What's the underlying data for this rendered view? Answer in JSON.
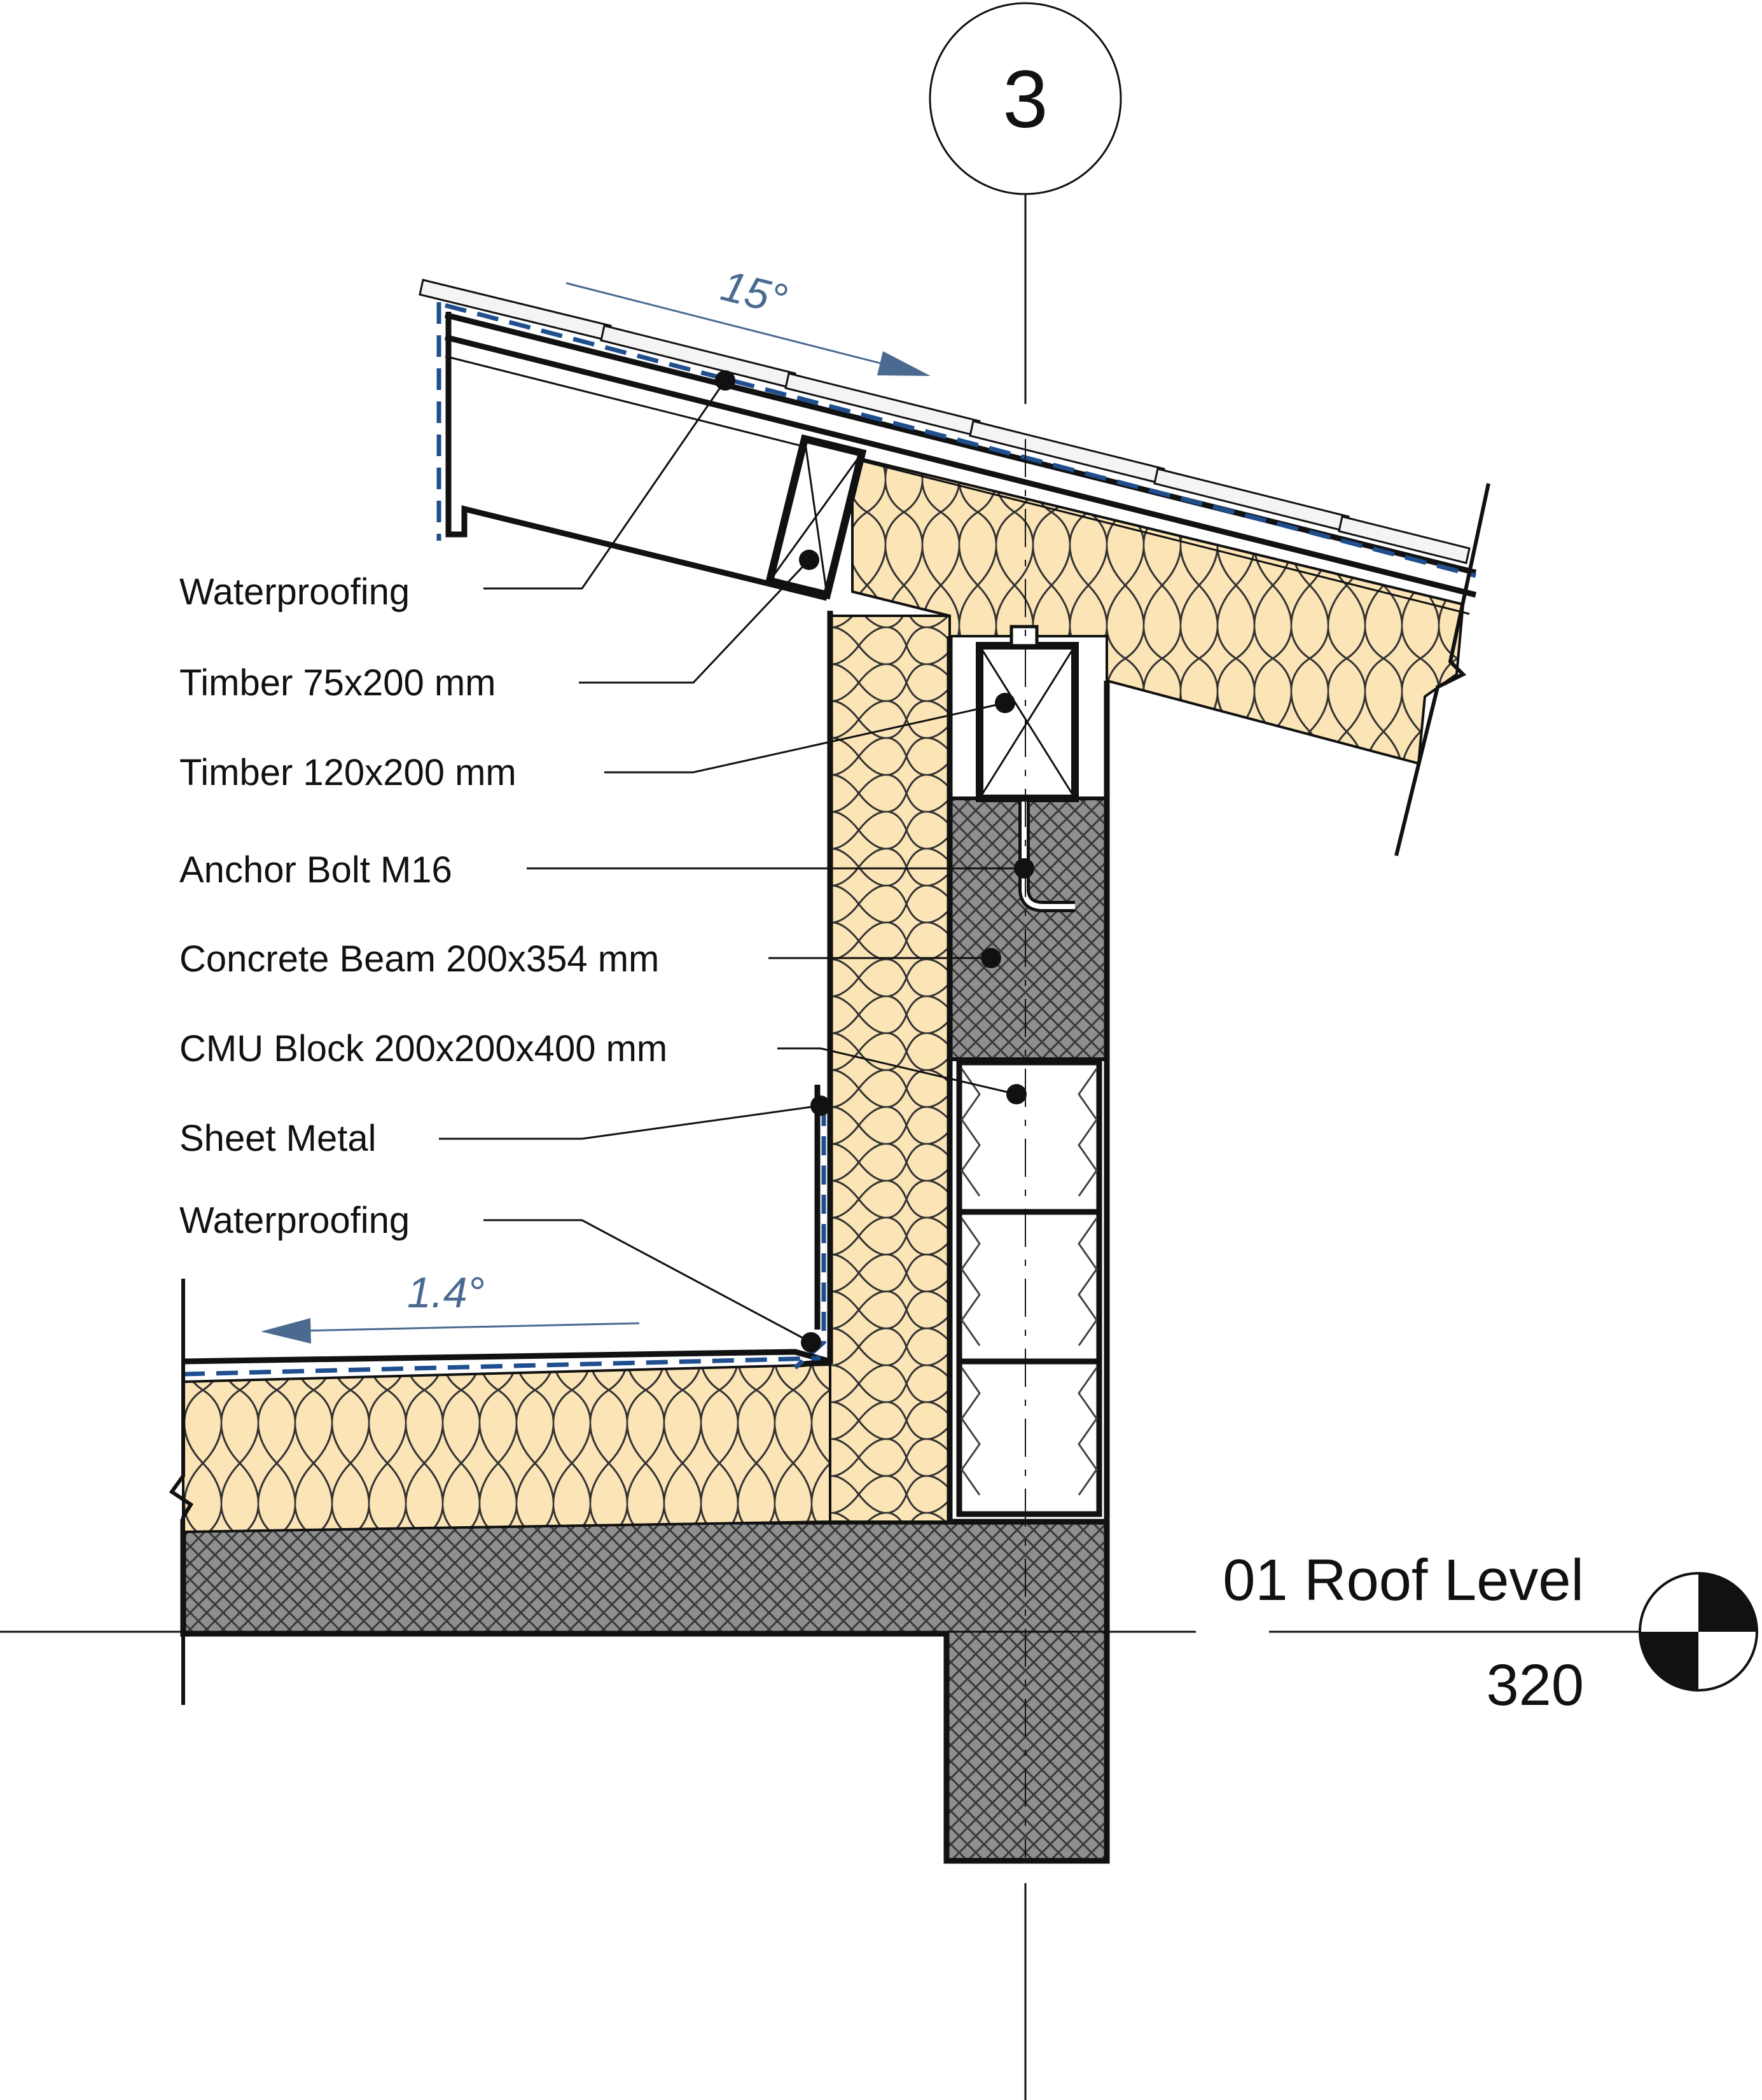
{
  "grid_bubble": {
    "label": "3"
  },
  "slopes": {
    "roof": "15°",
    "flat": "1.4°"
  },
  "level": {
    "name": "01 Roof Level",
    "elevation": "320"
  },
  "callouts": [
    {
      "id": "waterproofing-top",
      "text": "Waterproofing"
    },
    {
      "id": "timber-75",
      "text": "Timber 75x200 mm"
    },
    {
      "id": "timber-120",
      "text": "Timber 120x200 mm"
    },
    {
      "id": "anchor-bolt",
      "text": "Anchor Bolt M16"
    },
    {
      "id": "concrete-beam",
      "text": "Concrete Beam 200x354 mm"
    },
    {
      "id": "cmu-block",
      "text": "CMU Block 200x200x400 mm"
    },
    {
      "id": "sheet-metal",
      "text": "Sheet Metal"
    },
    {
      "id": "waterproofing-bottom",
      "text": "Waterproofing"
    }
  ],
  "colors": {
    "insulation": "#fbe4b5",
    "concrete": "#8f8f8f",
    "waterproofing": "#1f4f8f",
    "annotation": "#4a6a90",
    "line": "#111111"
  }
}
